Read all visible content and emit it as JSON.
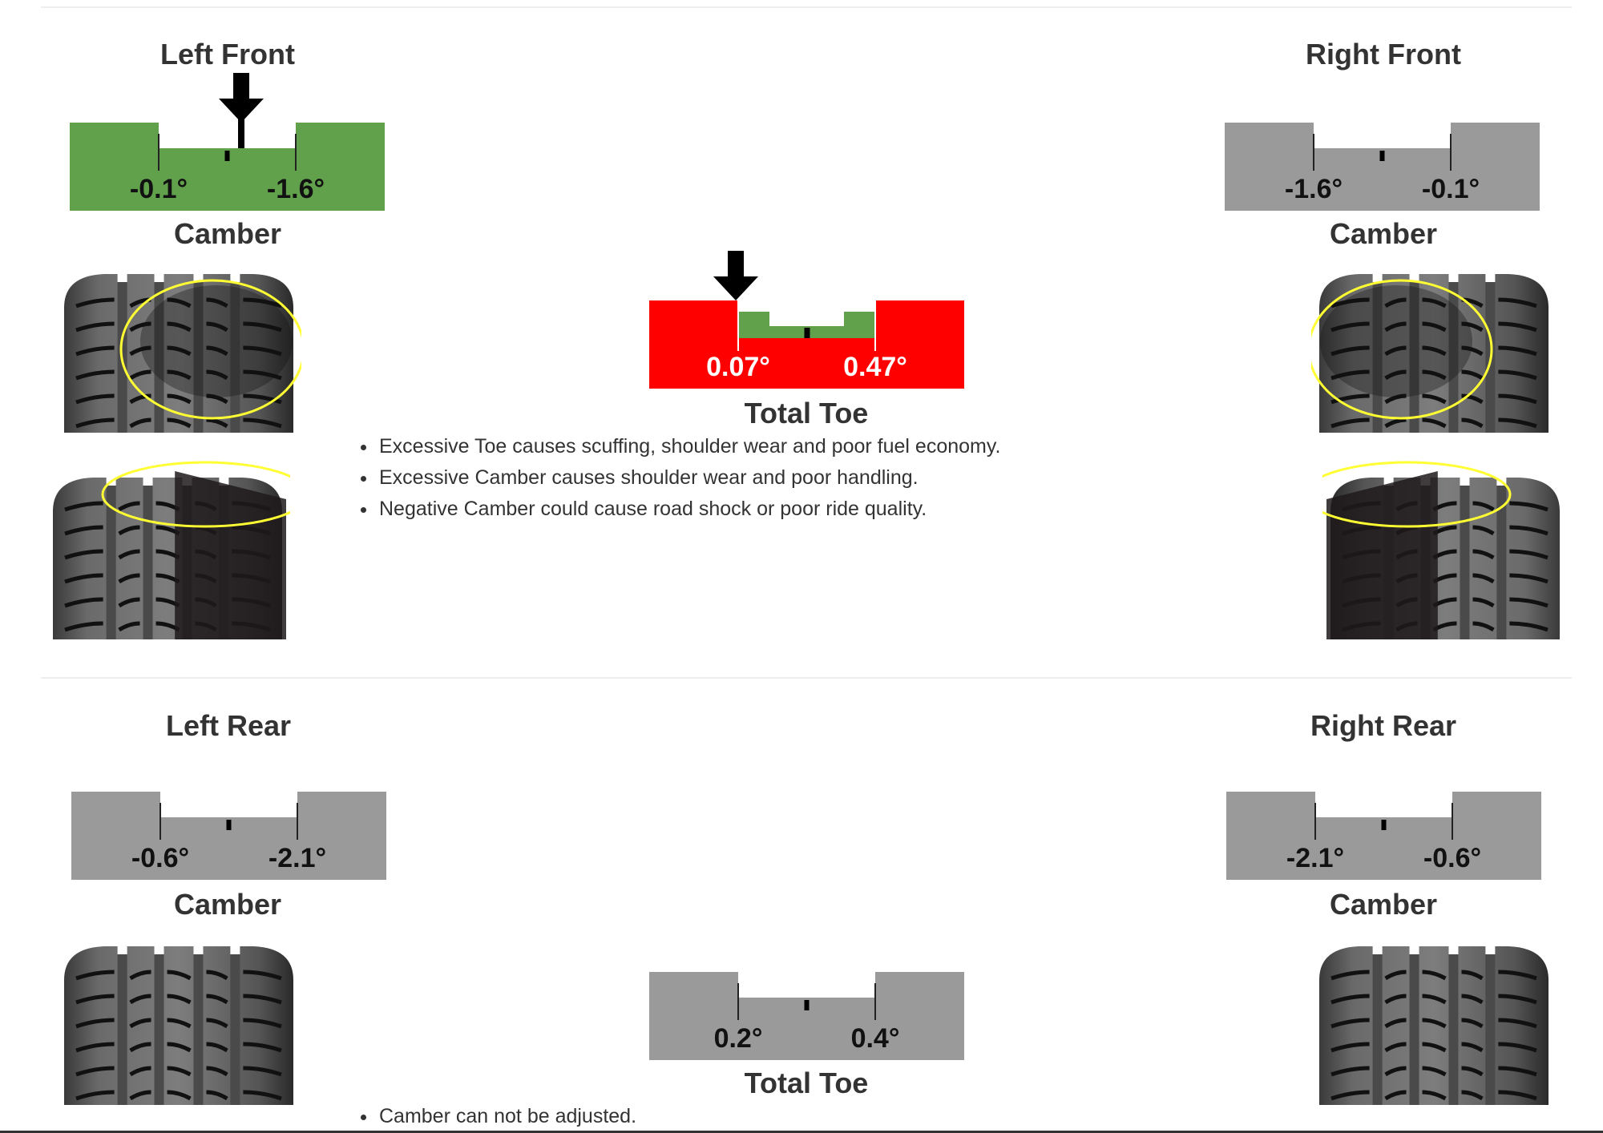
{
  "colors": {
    "ok": "#62a14b",
    "bad": "#ff0000",
    "neutral": "#9a9a9a",
    "ellipse": "#ffff33"
  },
  "front": {
    "left": {
      "title": "Left Front",
      "sublabel": "Camber",
      "min_label": "-0.1°",
      "max_label": "-1.6°",
      "status": "ok",
      "pointer_fraction": 0.6,
      "wear_ellipse": true
    },
    "right": {
      "title": "Right Front",
      "sublabel": "Camber",
      "min_label": "-1.6°",
      "max_label": "-0.1°",
      "status": "neutral",
      "pointer_fraction": null,
      "wear_ellipse": true
    },
    "toe": {
      "sublabel": "Total Toe",
      "min_label": "0.07°",
      "max_label": "0.47°",
      "status": "bad",
      "pointer_fraction": -0.02
    },
    "notes": [
      "Excessive Toe causes scuffing, shoulder wear and poor fuel economy.",
      "Excessive Camber causes shoulder wear and poor handling.",
      "Negative Camber could cause road shock or poor ride quality."
    ]
  },
  "rear": {
    "left": {
      "title": "Left Rear",
      "sublabel": "Camber",
      "min_label": "-0.6°",
      "max_label": "-2.1°",
      "status": "neutral"
    },
    "right": {
      "title": "Right Rear",
      "sublabel": "Camber",
      "min_label": "-2.1°",
      "max_label": "-0.6°",
      "status": "neutral"
    },
    "toe": {
      "sublabel": "Total Toe",
      "min_label": "0.2°",
      "max_label": "0.4°",
      "status": "neutral"
    },
    "notes": [
      "Camber can not be adjusted."
    ]
  }
}
